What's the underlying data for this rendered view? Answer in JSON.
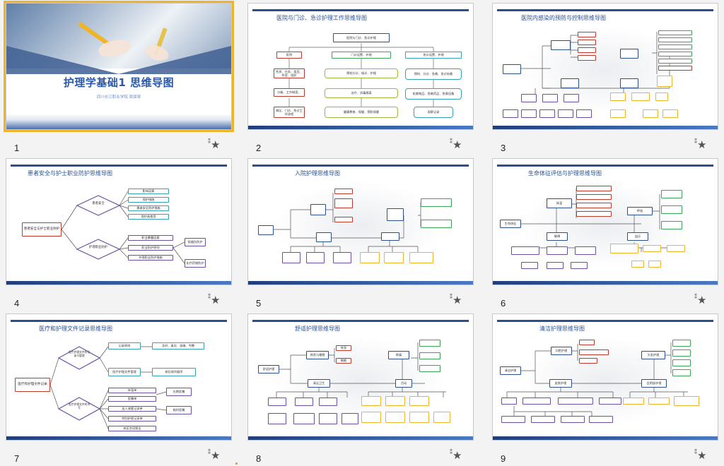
{
  "slides": [
    {
      "num": "1",
      "cover_title": "护理学基础1 思维导图",
      "cover_subtitle": "四川长江职业学院 周保琴"
    },
    {
      "num": "2",
      "title": "医院与门诊、急诊护理工作思维导图",
      "nodes": {
        "root": "医院与门诊、急诊护理",
        "a": "医院",
        "b": "门诊设置、护理",
        "c": "急诊设置、护理",
        "a1": "性质、任务、类型、科室、组织",
        "a2": "分级、工作制度、",
        "a3": "病区、门诊、急诊工作流程",
        "b1": "预检分诊、候诊、护理",
        "b2": "治疗、消毒隔离",
        "b3": "健康教育、保健、预防保健",
        "c1": "预检、分诊、急救、急诊抢救",
        "c2": "抢救物品、急救药品、急救设备",
        "c3": "观察记录"
      }
    },
    {
      "num": "3",
      "title": "医院内感染的预防与控制思维导图"
    },
    {
      "num": "4",
      "title": "患者安全与护士职业防护思维导图",
      "nodes": {
        "root": "患者安全与护士职业防护",
        "a": "患者安全",
        "b": "护理职业防护",
        "a1": "影响因素",
        "a2": "保护措施",
        "a3": "患者安全防护措施",
        "a4": "保护具使用",
        "b1": "职业暴露因素",
        "b2": "职业防护原则",
        "b3": "护理职业防护措施",
        "b4": "锐器伤防护",
        "b5": "化疗药物防护"
      }
    },
    {
      "num": "5",
      "title": "入院护理思维导图"
    },
    {
      "num": "6",
      "title": "生命体征评估与护理思维导图",
      "nodes": {
        "root": "生命体征",
        "a": "体温",
        "b": "脉搏",
        "c": "呼吸",
        "d": "血压"
      }
    },
    {
      "num": "7",
      "title": "医疗和护理文件记录思维导图",
      "nodes": {
        "root": "医疗和护理文件记录",
        "a": "医疗护理文件的记录与管理",
        "b": "医疗护理文件的书写",
        "a1": "记录原则",
        "a2": "医疗护理文件管理",
        "a3": "及时、真实、准确、完整",
        "a4": "病历排列顺序",
        "b1": "体温单",
        "b2": "医嘱单",
        "b3": "出入液量记录单",
        "b4": "特别护理记录单",
        "b5": "病区交班报告",
        "b6": "长期医嘱",
        "b7": "临时医嘱"
      }
    },
    {
      "num": "8",
      "title": "舒适护理思维导图",
      "nodes": {
        "root": "舒适护理",
        "a": "休息与睡眠",
        "b": "疼痛",
        "c": "清洁卫生",
        "d": "活动",
        "a1": "休息",
        "a2": "睡眠"
      }
    },
    {
      "num": "9",
      "title": "清洁护理思维导图",
      "nodes": {
        "root": "清洁护理",
        "a": "口腔护理",
        "b": "头发护理",
        "c": "皮肤护理",
        "d": "会阴部护理"
      }
    }
  ],
  "star_icon": "★",
  "colors": {
    "accent": "#2a4f8f",
    "red": "#c0392b",
    "green": "#3aa655",
    "teal": "#33a3b5",
    "purple": "#6a4fa3",
    "yellow": "#f0b429",
    "selected": "#f0b429"
  }
}
